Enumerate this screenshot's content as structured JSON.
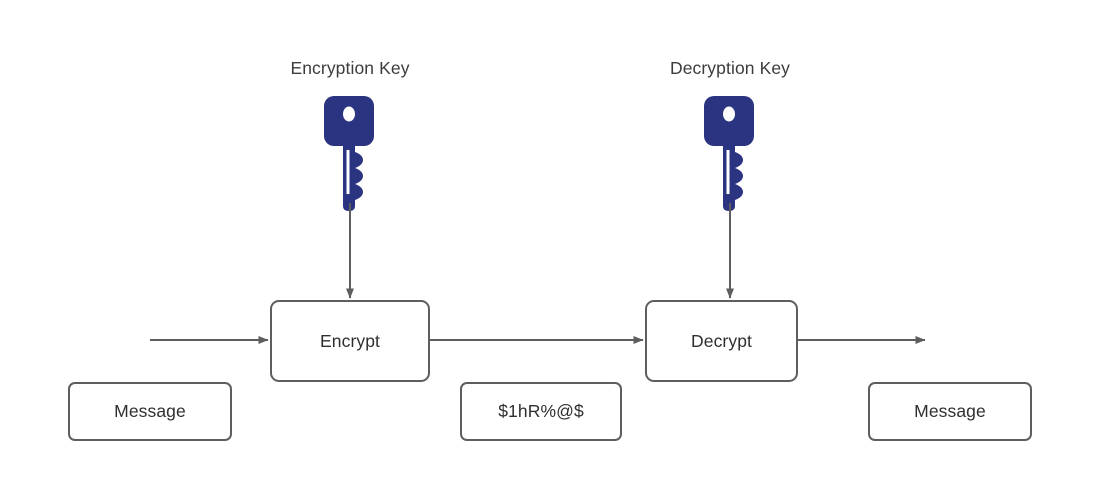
{
  "diagram": {
    "title_text": "",
    "background_color": "#ffffff",
    "stroke_color": "#5e5e5e",
    "arrow_color": "#5e5e5e",
    "key_color": "#2b3480",
    "text_color": "#2f2f2f",
    "label_color": "#3c3c3c"
  },
  "labels": {
    "encryption_key": "Encryption Key",
    "decryption_key": "Decryption Key"
  },
  "icons": {
    "encryption_key_icon": "key-icon",
    "decryption_key_icon": "key-icon"
  },
  "nodes": {
    "encrypt": "Encrypt",
    "decrypt": "Decrypt",
    "message_in": "Message",
    "ciphertext": "$1hR%@$",
    "message_out": "Message"
  },
  "flow": {
    "input_arrow": "plaintext-in",
    "middle_arrow": "ciphertext-transfer",
    "output_arrow": "plaintext-out",
    "encryption_key_arrow": "encryption-key-feed",
    "decryption_key_arrow": "decryption-key-feed"
  }
}
